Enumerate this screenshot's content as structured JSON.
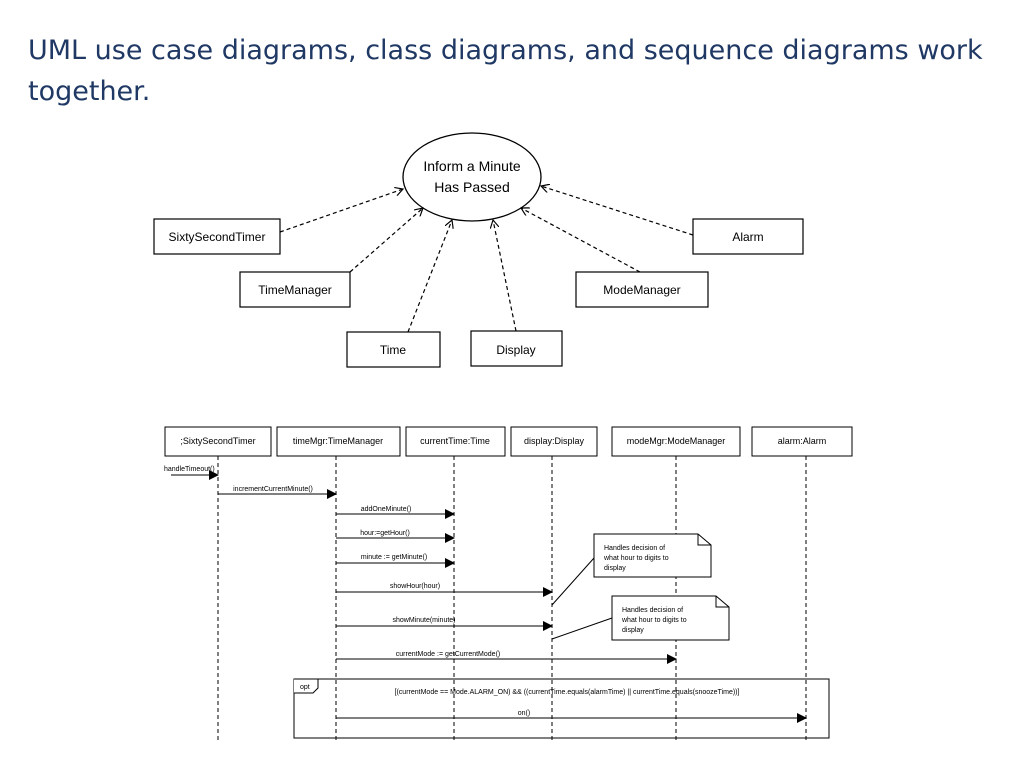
{
  "title": "UML use case diagrams, class diagrams, and sequence diagrams work together.",
  "use_case": {
    "name_line1": "Inform a Minute",
    "name_line2": "Has Passed",
    "actors": [
      "SixtySecondTimer",
      "TimeManager",
      "Time",
      "Display",
      "ModeManager",
      "Alarm"
    ]
  },
  "sequence": {
    "lifelines": [
      ";SixtySecondTimer",
      "timeMgr:TimeManager",
      "currentTime:Time",
      "display:Display",
      "modeMgr:ModeManager",
      "alarm:Alarm"
    ],
    "messages": [
      "handleTimeout()",
      "incrementCurrentMinute()",
      "addOneMinute()",
      "hour:=getHour()",
      "minute := getMinute()",
      "showHour(hour)",
      "showMinute(minute)",
      "currentMode := getCurrentMode()",
      "on()"
    ],
    "notes": [
      [
        "Handles decision of",
        "what hour to digits to",
        "display"
      ],
      [
        "Handles decision of",
        "what hour to digits to",
        "display"
      ]
    ],
    "opt_label": "opt",
    "opt_guard": "[(currentMode == Mode.ALARM_ON) &&  ((currentTime.equals(alarmTime)  || currentTime.equals(snoozeTime))]"
  }
}
